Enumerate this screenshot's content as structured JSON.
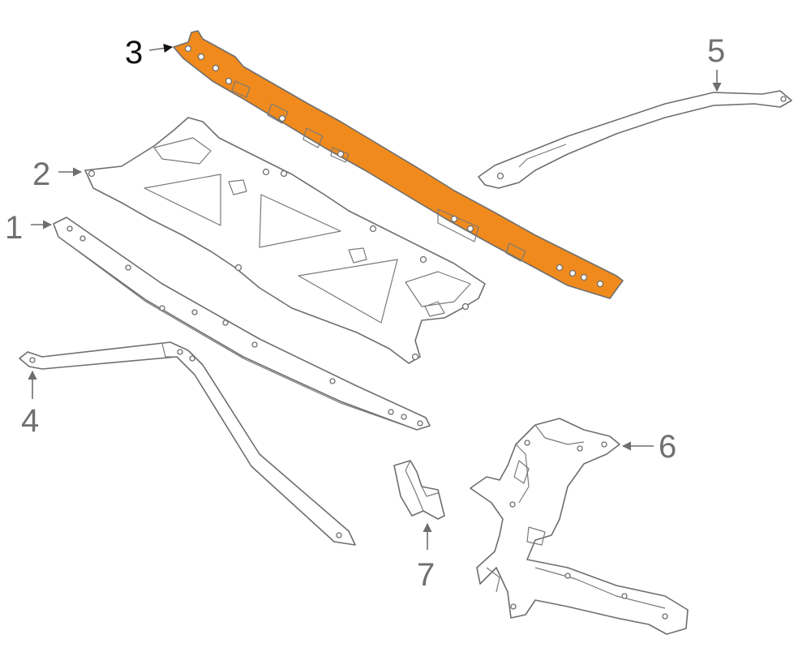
{
  "highlight_color": "#f08a1c",
  "part_stroke_color": "#6e6e6e",
  "callouts": {
    "c1": "1",
    "c2": "2",
    "c3": "3",
    "c4": "4",
    "c5": "5",
    "c6": "6",
    "c7": "7"
  }
}
